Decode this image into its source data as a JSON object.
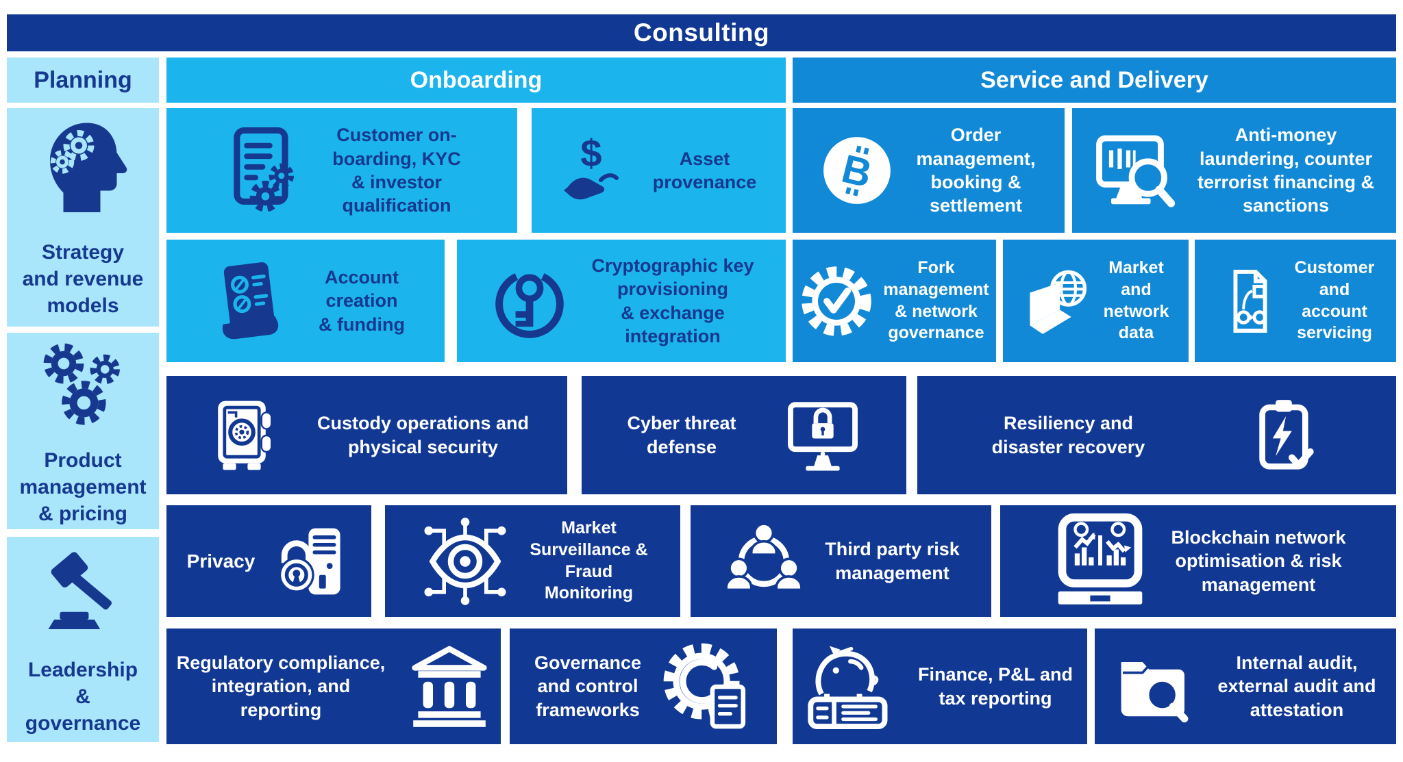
{
  "banner": {
    "title": "Consulting"
  },
  "headers": {
    "planning": "Planning",
    "onboarding": "Onboarding",
    "service_and_delivery": "Service and Delivery"
  },
  "colors": {
    "navy": "#113893",
    "cyan": "#1CB4EC",
    "medium_blue": "#1289D6",
    "light_blue": "#A9E5FB",
    "white": "#FFFFFF",
    "text_on_light": "#16388F"
  },
  "planning": {
    "items": [
      {
        "label": "Strategy\nand revenue\nmodels",
        "icon": "head-gears-icon"
      },
      {
        "label": "Product\nmanagement\n& pricing",
        "icon": "gears-icon"
      },
      {
        "label": "Leadership\n&\ngovernance",
        "icon": "gavel-icon"
      }
    ]
  },
  "onboarding": {
    "items": [
      {
        "label": "Customer on-\nboarding, KYC\n& investor\nqualification",
        "icon": "document-gears-icon"
      },
      {
        "label": "Asset\nprovenance",
        "icon": "dollar-hand-icon"
      },
      {
        "label": "Account\ncreation\n& funding",
        "icon": "receipt-coins-icon"
      },
      {
        "label": "Cryptographic key\nprovisioning\n& exchange\nintegration",
        "icon": "key-icon"
      }
    ]
  },
  "service_and_delivery": {
    "items": [
      {
        "label": "Order\nmanagement,\nbooking &\nsettlement",
        "icon": "bitcoin-icon"
      },
      {
        "label": "Anti-money\nlaundering, counter\nterrorist financing &\nsanctions",
        "icon": "monitor-magnifier-icon"
      },
      {
        "label": "Fork\nmanagement\n& network\ngovernance",
        "icon": "gear-check-icon"
      },
      {
        "label": "Market\nand\nnetwork\ndata",
        "icon": "laptop-globe-icon"
      },
      {
        "label": "Customer\nand\naccount\nservicing",
        "icon": "document-flowchart-icon"
      }
    ]
  },
  "operations": {
    "row1": [
      {
        "label": "Custody operations and\nphysical security",
        "icon": "safe-icon"
      },
      {
        "label": "Cyber threat\ndefense",
        "icon": "monitor-lock-icon"
      },
      {
        "label": "Resiliency and\ndisaster recovery",
        "icon": "clipboard-lightning-icon"
      }
    ],
    "row2": [
      {
        "label": "Privacy",
        "icon": "server-lock-icon"
      },
      {
        "label": "Market\nSurveillance &\nFraud\nMonitoring",
        "icon": "eye-network-icon"
      },
      {
        "label": "Third party risk\nmanagement",
        "icon": "people-icon"
      },
      {
        "label": "Blockchain network\noptimisation & risk\nmanagement",
        "icon": "monitor-charts-icon"
      }
    ],
    "row3": [
      {
        "label": "Regulatory compliance,\nintegration, and\nreporting",
        "icon": "bank-icon"
      },
      {
        "label": "Governance\nand control\nframeworks",
        "icon": "gear-document-icon"
      },
      {
        "label": "Finance, P&L and\ntax reporting",
        "icon": "piggybank-books-icon"
      },
      {
        "label": "Internal audit,\nexternal audit and\nattestation",
        "icon": "folder-magnifier-icon"
      }
    ]
  }
}
